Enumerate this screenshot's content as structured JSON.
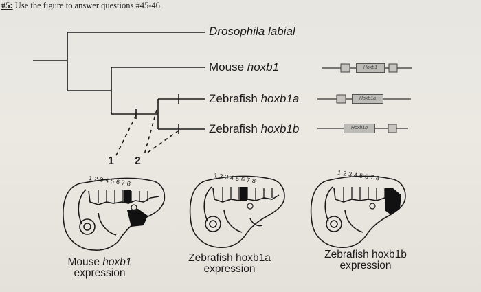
{
  "header": {
    "qnum": "#5:",
    "text": " Use the figure to answer questions #45-46."
  },
  "tree": {
    "taxa": [
      {
        "prefix": "Drosophila labial",
        "gene": ""
      },
      {
        "prefix": "Mouse ",
        "gene": "hoxb1"
      },
      {
        "prefix": "Zebrafish ",
        "gene": "hoxb1a"
      },
      {
        "prefix": "Zebrafish ",
        "gene": "hoxb1b"
      }
    ],
    "node_labels": [
      "1",
      "2"
    ]
  },
  "gene_boxes": [
    "Hoxb1",
    "Hoxb1a",
    "Hoxb1b"
  ],
  "rhombomere_numbers": [
    "1",
    "2",
    "3",
    "4",
    "5",
    "6",
    "7",
    "8"
  ],
  "captions": [
    {
      "line1_prefix": "Mouse ",
      "line1_gene": "hoxb1",
      "line2": "expression"
    },
    {
      "line1_prefix": "Zebrafish ",
      "line1_gene": "hoxb1a",
      "line2": "expression"
    },
    {
      "line1_prefix": "Zebrafish ",
      "line1_gene": "hoxb1b",
      "line2": "expression"
    }
  ]
}
